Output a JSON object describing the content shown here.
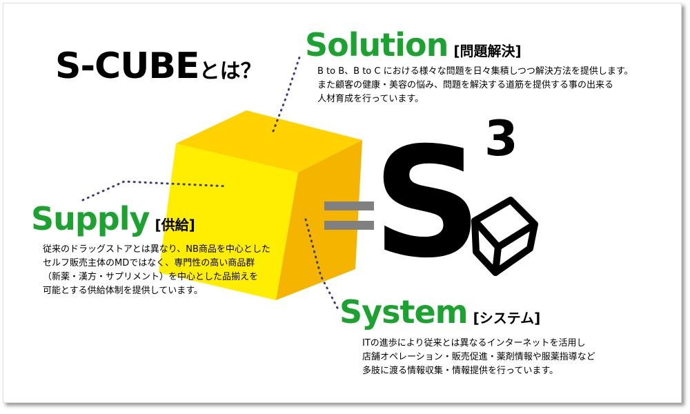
{
  "title": {
    "main": "S-CUBE",
    "suffix": "とは？"
  },
  "solution": {
    "heading": "Solution",
    "tag": "[問題解決]",
    "text": "B to B、B to C における様々な問題を日々集積しつつ解決方法を提供します。\nまた顧客の健康・美容の悩み、問題を解決する道筋を提供する事の出来る\n人材育成を行っています。"
  },
  "supply": {
    "heading": "Supply",
    "tag": "[供給]",
    "text": "従来のドラッグストアとは異なり、NB商品を中心とした\nセルフ販売主体のMDではなく、専門性の高い商品群\n（新薬・漢方・サプリメント）を中心とした品揃えを\n可能とする供給体制を提供しています。"
  },
  "system": {
    "heading": "System",
    "tag": "[システム]",
    "text": "ITの進歩により従来とは異なるインターネットを活用し\n店舗オペレーション・販売促進・薬剤情報や服薬指導など\n多肢に渡る情報収集・情報提供を行っています。"
  },
  "logo": {
    "letter": "S",
    "exponent": "3"
  },
  "colors": {
    "green": "#1aa32e",
    "cube_top": "#ffd200",
    "cube_front": "#ffee00",
    "cube_side": "#f5b400",
    "dots": "#3a3a7a"
  }
}
